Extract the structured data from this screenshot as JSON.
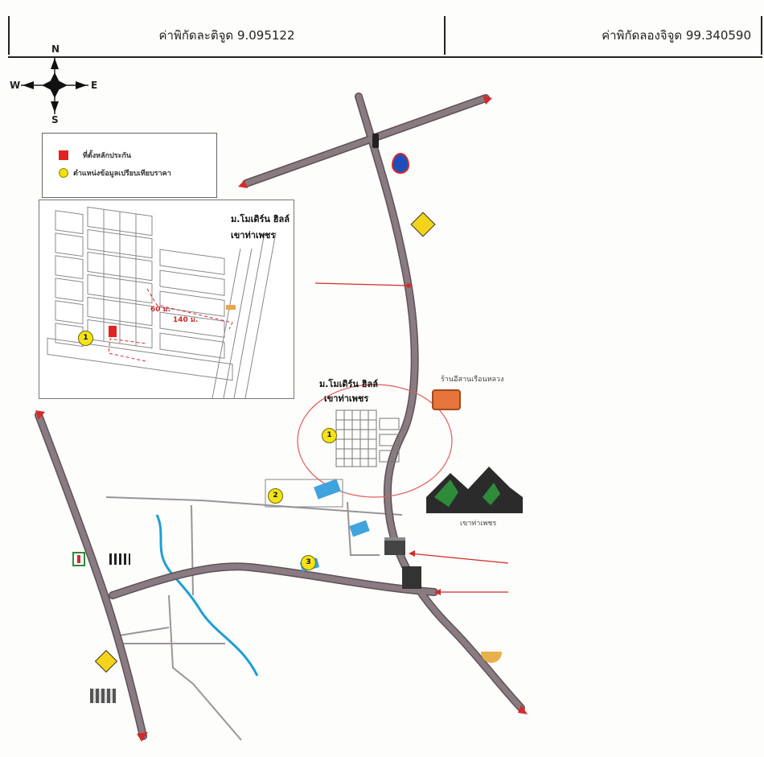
{
  "header": {
    "latitude_label": "ค่าพิกัดละติจูด 9.095122",
    "longitude_label": "ค่าพิกัดลองจิจูด 99.340590"
  },
  "compass": {
    "north": "N",
    "south": "S",
    "east": "E",
    "west": "W"
  },
  "legend": {
    "items": [
      {
        "label": "ที่ตั้งหลักประกัน",
        "color": "#e32222",
        "symbol": "red-square"
      },
      {
        "label": "ตำแหน่งข้อมูลเปรียบเทียบราคา",
        "color": "#f5e10a",
        "symbol": "yellow-circle"
      }
    ]
  },
  "inset": {
    "title": "ม.โมเดิร์น ฮิลล์",
    "subtitle": "เขาท่าเพชร",
    "dist_1": "60 ม.",
    "dist_2": "140 ม.",
    "marker": "1"
  },
  "map": {
    "estate_title": "ม.โมเดิร์น ฮิลล์",
    "estate_subtitle": "เขาท่าเพชร",
    "restaurant": "ร้านอีสานเรือนหลวง",
    "mountain": "เขาท่าเพชร",
    "marker_1": "1",
    "marker_2": "2",
    "marker_3": "3"
  },
  "colors": {
    "road": "#8a7b82",
    "road_outline": "#5d5257",
    "red_pointer": "#d42b2b",
    "canal": "#1e9ed6",
    "marker_fill": "#f3e21a"
  },
  "icons": [
    "compass-rose",
    "ptt-gas-station-icon",
    "pedestrian-crossing-sign-icon",
    "seven-eleven-icon",
    "food-dish-icon",
    "mountain-icon",
    "factory-icon",
    "temple-icon",
    "traffic-light-icon"
  ]
}
